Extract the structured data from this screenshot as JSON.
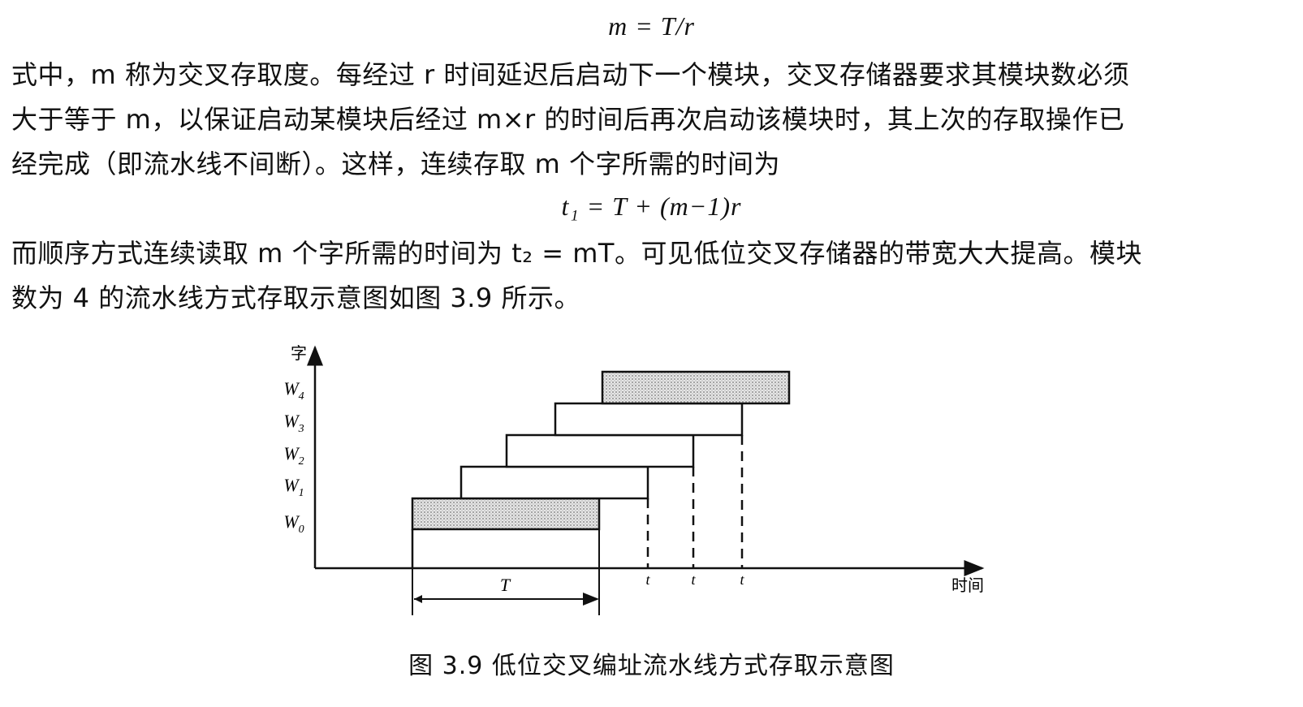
{
  "formula1": "m = T/r",
  "paragraph1": {
    "lines": [
      "式中，m 称为交叉存取度。每经过 r 时间延迟后启动下一个模块，交叉存储器要求其模块数必须",
      "大于等于 m，以保证启动某模块后经过 m×r 的时间后再次启动该模块时，其上次的存取操作已",
      "经完成（即流水线不间断）。这样，连续存取 m 个字所需的时间为"
    ]
  },
  "formula2": "t₁ = T + (m−1)r",
  "paragraph2": {
    "lines": [
      "而顺序方式连续读取 m 个字所需的时间为 t₂ = mT。可见低位交叉存储器的带宽大大提高。模块",
      "数为 4 的流水线方式存取示意图如图 3.9 所示。"
    ]
  },
  "figure": {
    "y_axis_label": "字",
    "x_axis_label": "时间",
    "rows": [
      "W0",
      "W1",
      "W2",
      "W3",
      "W4"
    ],
    "T_label": "T",
    "t_labels": [
      "t",
      "t",
      "t"
    ],
    "colors": {
      "line": "#111111",
      "shade": "#cfcfcf"
    }
  },
  "caption": "图 3.9    低位交叉编址流水线方式存取示意图"
}
